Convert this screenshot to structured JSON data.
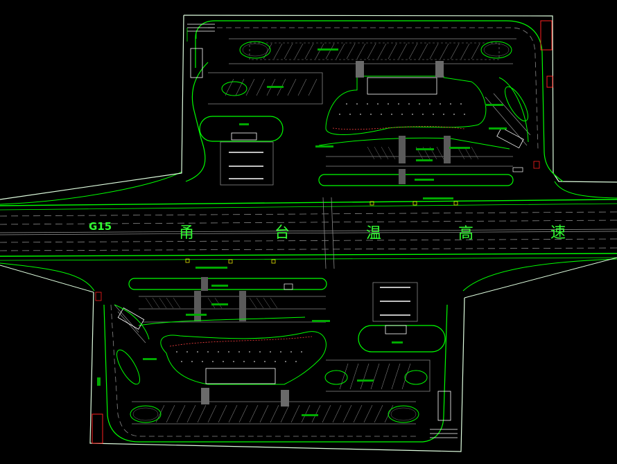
{
  "highway": {
    "code": "G15",
    "name_chars": [
      "甬",
      "台",
      "温",
      "高",
      "速"
    ]
  },
  "colors": {
    "background": "#000000",
    "primary_line": "#00ff00",
    "secondary_line": "#8a8a8a",
    "accent_red": "#ff2020",
    "marker_yellow": "#e6e600",
    "stripe_white": "#ffffff"
  }
}
